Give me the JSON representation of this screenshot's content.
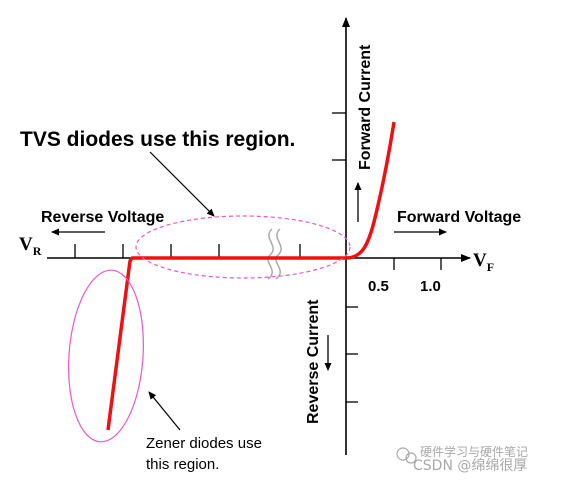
{
  "diagram": {
    "tvs_note": "TVS diodes use this region.",
    "zener_note_line1": "Zener diodes use",
    "zener_note_line2": "this region.",
    "reverse_voltage": "Reverse Voltage",
    "forward_voltage": "Forward Voltage",
    "forward_current": "Forward Current",
    "reverse_current": "Reverse Current",
    "vr_main": "V",
    "vr_sub": "R",
    "vf_main": "V",
    "vf_sub": "F",
    "tick_05": "0.5",
    "tick_10": "1.0"
  },
  "watermark": {
    "line1": "硬件学习与硬件笔记",
    "line2": "CSDN @绵绵很厚"
  },
  "colors": {
    "curve": "#ee1111",
    "ellipse": "#ee55cc",
    "axis": "#000000",
    "watermark": "#a8a8a8"
  }
}
